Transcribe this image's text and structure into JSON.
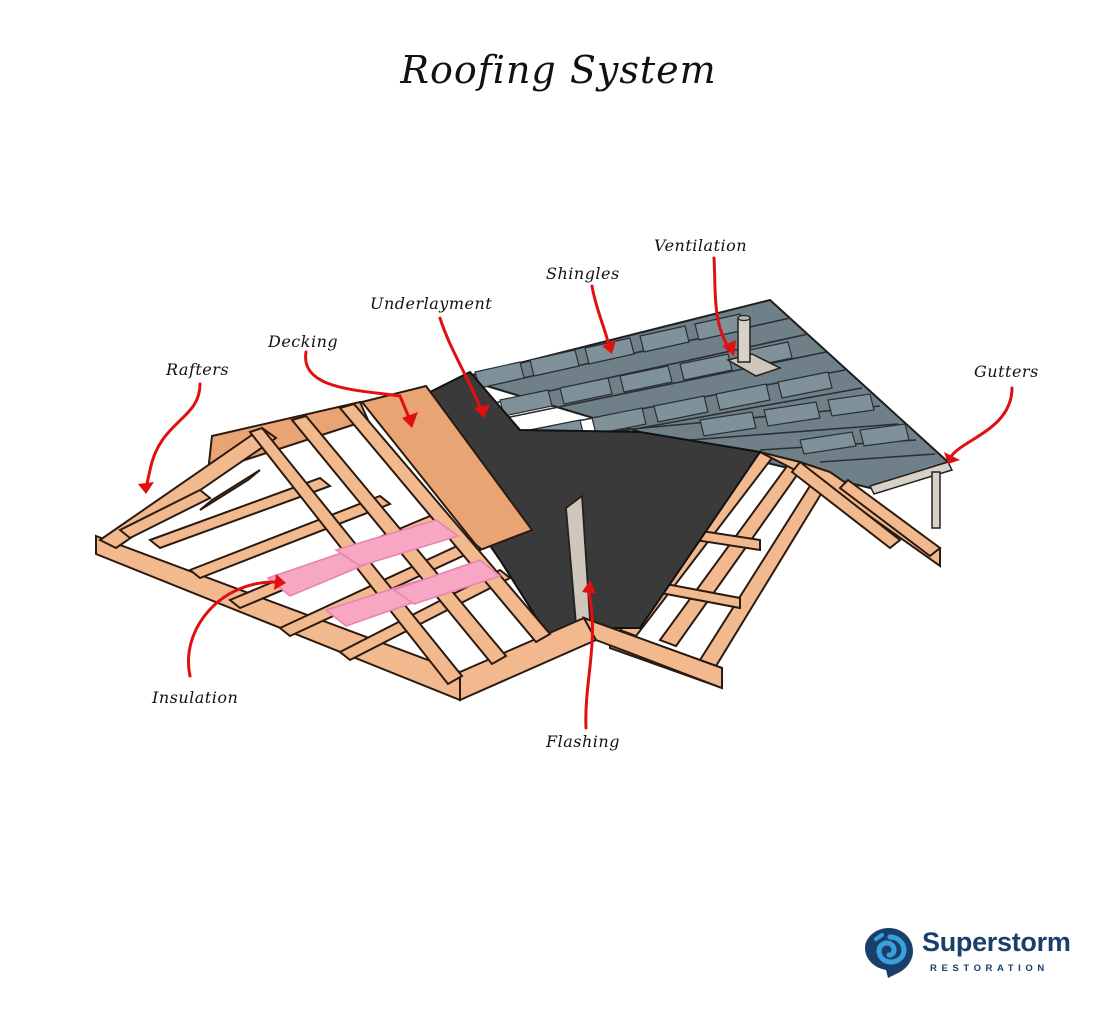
{
  "title": "Roofing System",
  "labels": {
    "rafters": "Rafters",
    "decking": "Decking",
    "underlayment": "Underlayment",
    "shingles": "Shingles",
    "ventilation": "Ventilation",
    "gutters": "Gutters",
    "insulation": "Insulation",
    "flashing": "Flashing"
  },
  "logo": {
    "name": "Superstorm",
    "tagline": "RESTORATION"
  },
  "colors": {
    "arrow": "#e01010",
    "wood": "#f2b98f",
    "wood_outline": "#2a1a10",
    "decking": "#e9a474",
    "underlayment": "#3a3a3a",
    "shingles": "#6f8088",
    "insulation": "#f7a6c4",
    "flashing": "#cfc6bc",
    "brand_dark": "#1a3f6b",
    "brand_light": "#3aa0dc"
  }
}
